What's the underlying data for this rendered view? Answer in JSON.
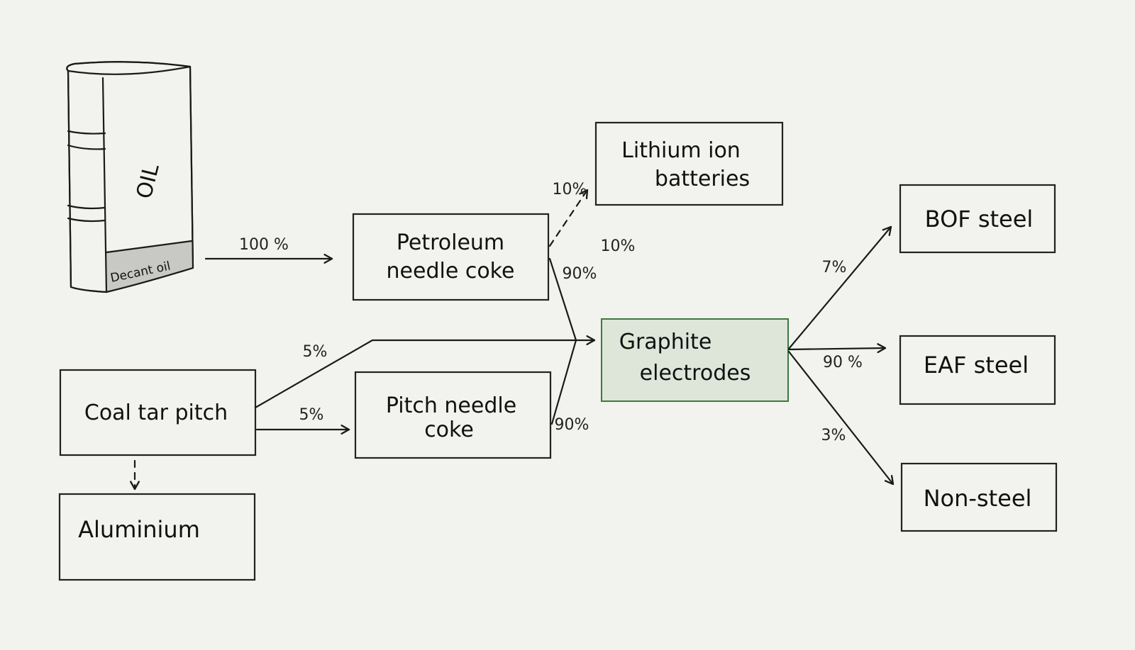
{
  "nodes": {
    "barrel": {
      "oil": "OIL",
      "band": "Decant oil"
    },
    "petroleum": {
      "line1": "Petroleum",
      "line2": "needle coke"
    },
    "lithium": {
      "line1": "Lithium ion",
      "line2": "batteries"
    },
    "graphite": {
      "line1": "Graphite",
      "line2": "electrodes"
    },
    "coal_tar": {
      "line1": "Coal tar pitch"
    },
    "pitch": {
      "line1": "Pitch needle",
      "line2": "coke"
    },
    "aluminium": {
      "line1": "Aluminium"
    },
    "bof": {
      "line1": "BOF steel"
    },
    "eaf": {
      "line1": "EAF steel"
    },
    "non_steel": {
      "line1": "Non-steel"
    }
  },
  "edges": {
    "oil_to_petroleum": "100 %",
    "petroleum_to_lithium": "10%",
    "petroleum_graphite_upper": "10%",
    "petroleum_to_graphite": "90%",
    "coal_to_graphite": "5%",
    "coal_to_pitch": "5%",
    "pitch_to_graphite": "90%",
    "graphite_to_bof": "7%",
    "graphite_to_eaf": "90 %",
    "graphite_to_non_steel": "3%"
  },
  "colors": {
    "background": "#f2f2ee",
    "graphite_fill": "#dde6d8",
    "graphite_border": "#3c7a3c",
    "band_fill": "#c8c8c4"
  }
}
